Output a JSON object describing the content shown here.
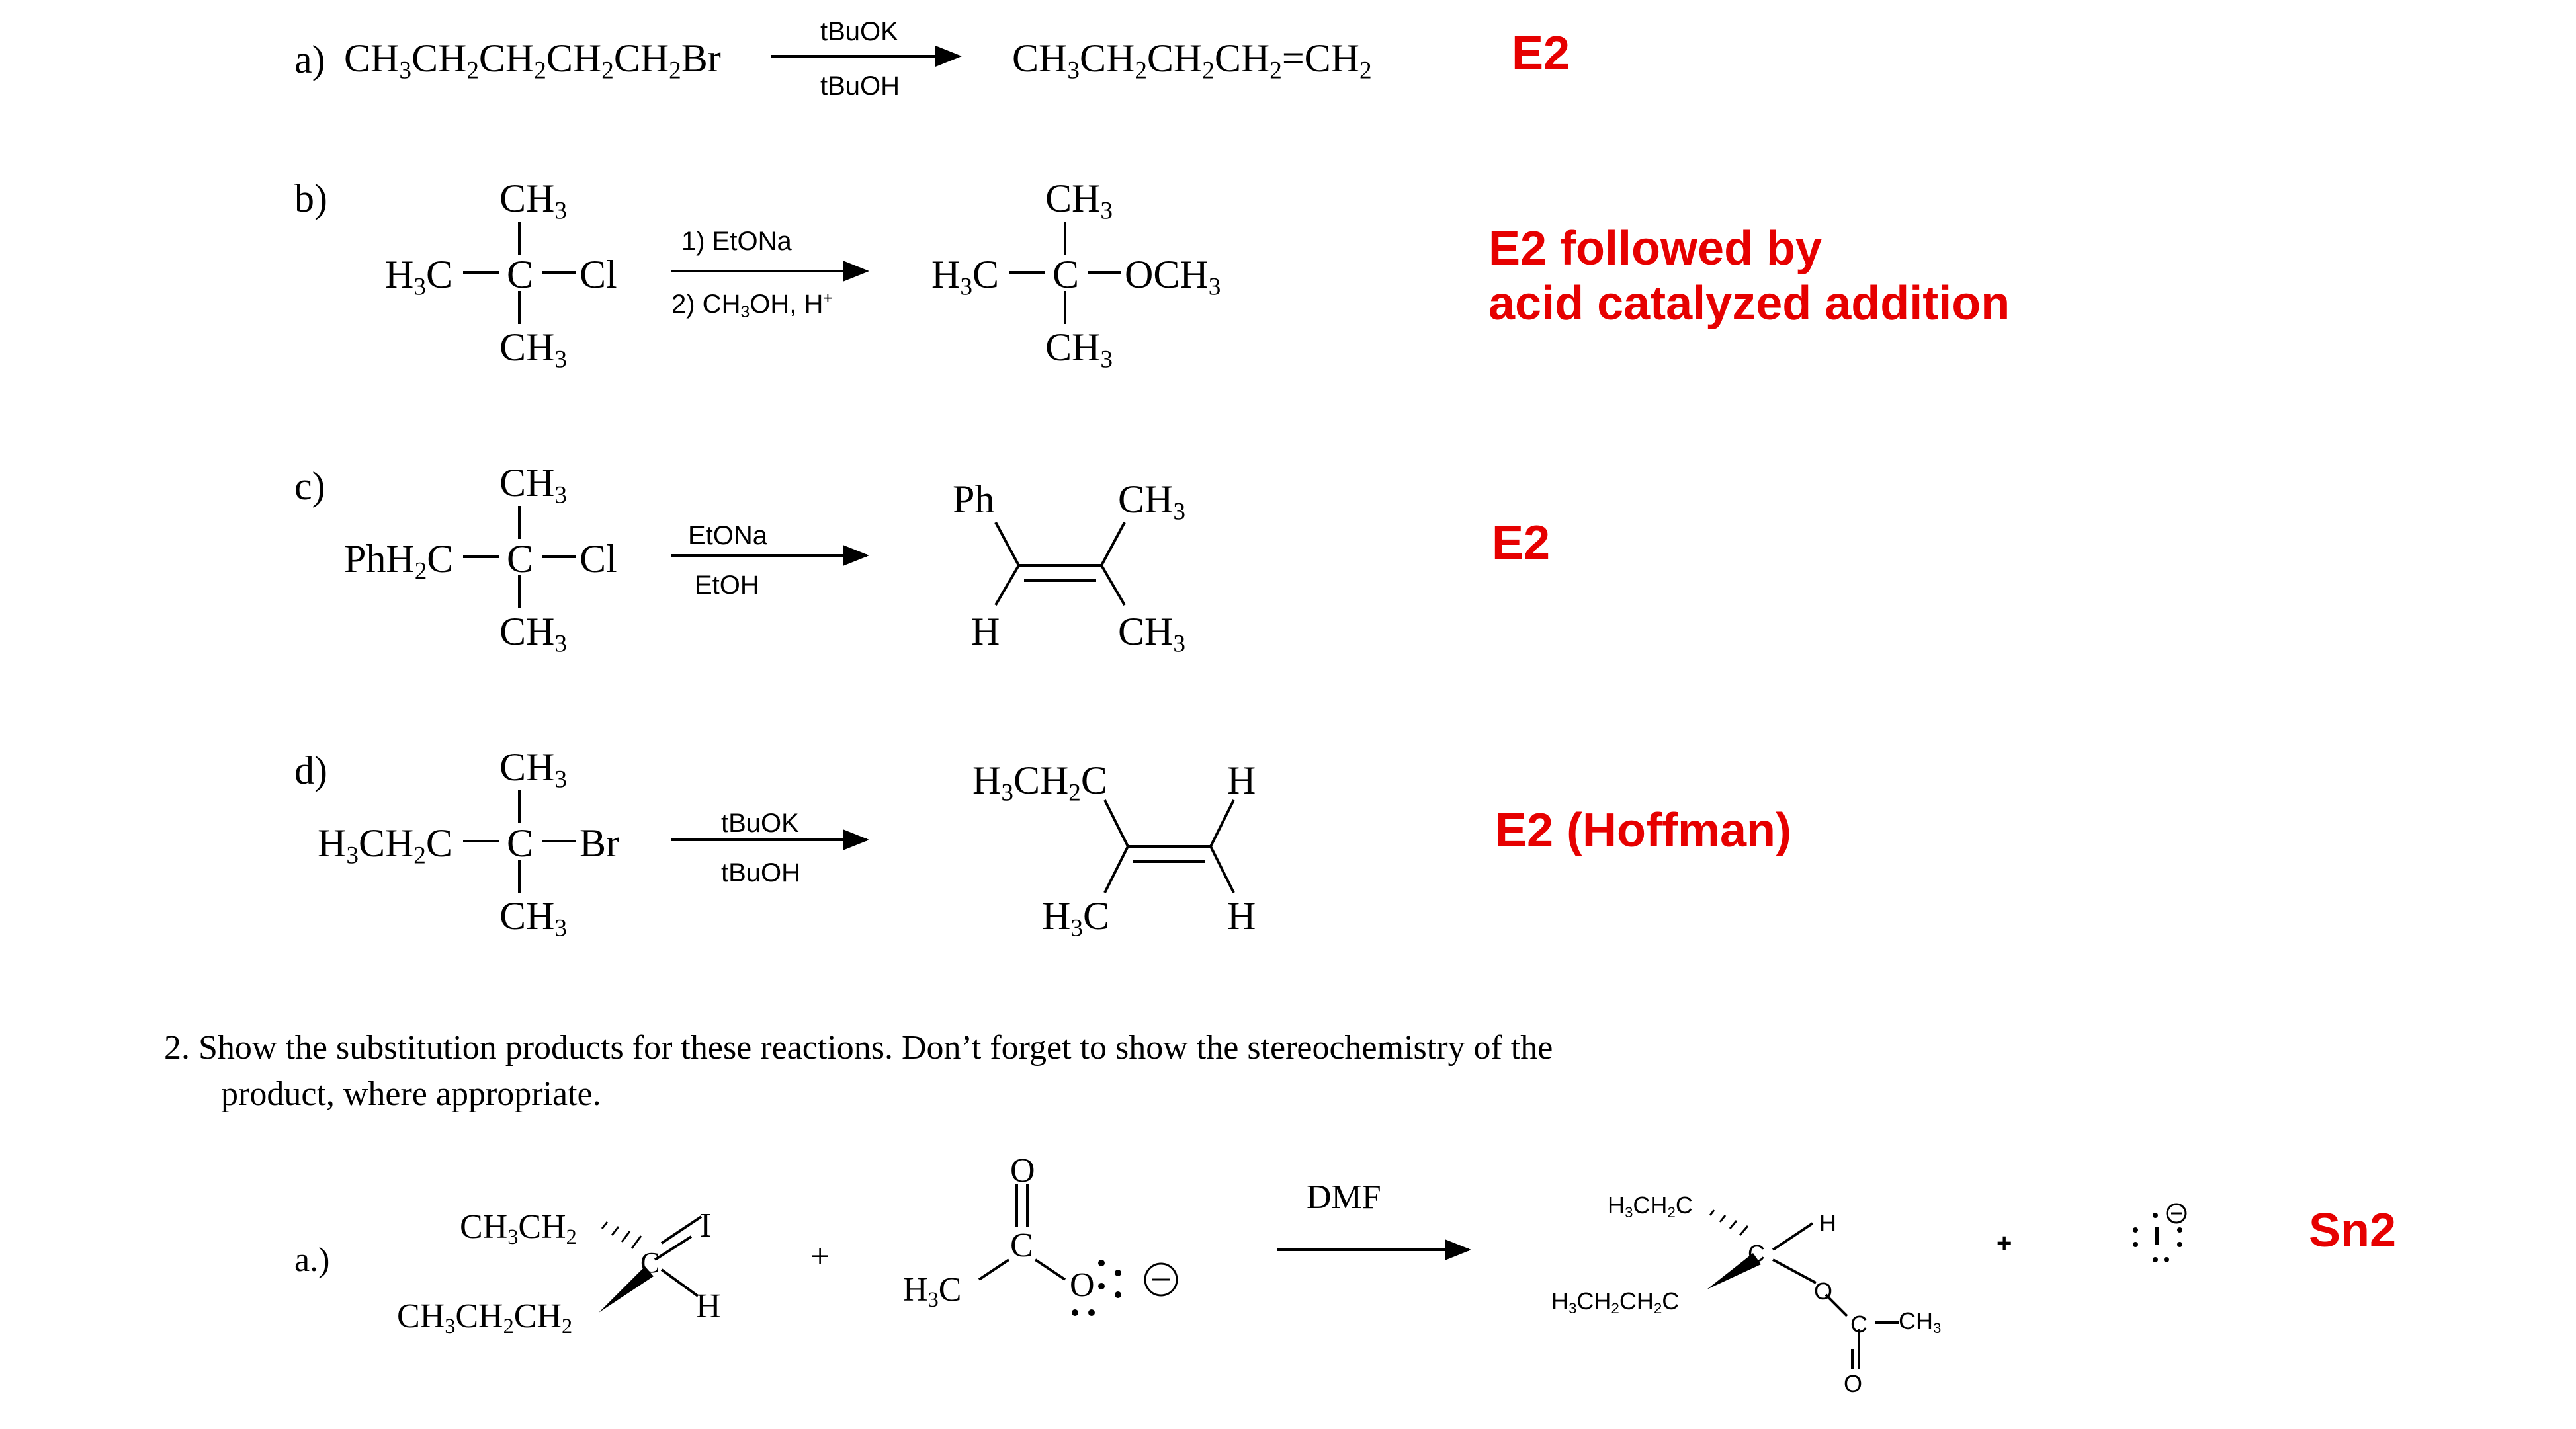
{
  "problem1": {
    "a": {
      "label": "a)",
      "reactant": "CH3CH2CH2CH2CH2Br",
      "reagent_top": "tBuOK",
      "reagent_bottom": "tBuOH",
      "product": "CH3CH2CH2CH2=CH2",
      "mechanism": "E2"
    },
    "b": {
      "label": "b)",
      "reactant": {
        "top": "CH3",
        "left": "H3C",
        "center": "C",
        "right": "Cl",
        "bottom": "CH3"
      },
      "reagent_top": "1) EtONa",
      "reagent_bottom": "2) CH3OH, H+",
      "product": {
        "top": "CH3",
        "left": "H3C",
        "center": "C",
        "right": "OCH3",
        "bottom": "CH3"
      },
      "mechanism_line1": "E2 followed by",
      "mechanism_line2": "acid catalyzed addition"
    },
    "c": {
      "label": "c)",
      "reactant": {
        "top": "CH3",
        "left": "PhH2C",
        "center": "C",
        "right": "Cl",
        "bottom": "CH3"
      },
      "reagent_top": "EtONa",
      "reagent_bottom": "EtOH",
      "product": {
        "top_left": "Ph",
        "top_right": "CH3",
        "bottom_left": "H",
        "bottom_right": "CH3"
      },
      "mechanism": "E2"
    },
    "d": {
      "label": "d)",
      "reactant": {
        "top": "CH3",
        "left": "H3CH2C",
        "center": "C",
        "right": "Br",
        "bottom": "CH3"
      },
      "reagent_top": "tBuOK",
      "reagent_bottom": "tBuOH",
      "product": {
        "top_left": "H3CH2C",
        "top_right": "H",
        "bottom_left": "H3C",
        "bottom_right": "H"
      },
      "mechanism": "E2 (Hoffman)"
    }
  },
  "problem2": {
    "prompt_line1": "2.  Show the substitution products for these reactions. Don’t forget to show the stereochemistry of the",
    "prompt_line2": "product, where appropriate.",
    "a": {
      "label": "a.)",
      "reactant1": {
        "top_left": "CH3CH2",
        "bottom_left": "CH3CH2CH2",
        "center": "C",
        "top_right": "I",
        "bottom_right": "H"
      },
      "plus1": "+",
      "reactant2": {
        "carbonyl_o": "O",
        "carbon": "C",
        "methyl": "H3C",
        "anion_o": "O"
      },
      "solvent": "DMF",
      "product": {
        "top_left": "H3CH2C",
        "center": "C",
        "h": "H",
        "bottom_left": "H3CH2CH2C",
        "ester_o": "O",
        "carbonyl_c": "C",
        "methyl": "CH3",
        "carbonyl_o": "O"
      },
      "plus2": "+",
      "leaving_group": "I",
      "mechanism": "Sn2"
    }
  },
  "colors": {
    "annotation": "#e60000",
    "text": "#000000"
  }
}
